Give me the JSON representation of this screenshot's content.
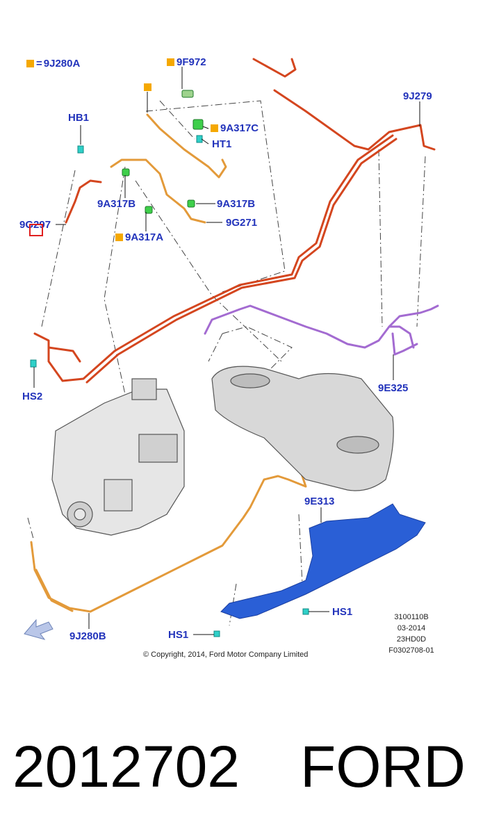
{
  "legend": {
    "symbol_label": "9J280A",
    "equals": "="
  },
  "callouts": [
    {
      "id": "9F972",
      "text": "9F972",
      "square": true
    },
    {
      "id": "9J279",
      "text": "9J279",
      "square": false
    },
    {
      "id": "HB1",
      "text": "HB1",
      "square": false
    },
    {
      "id": "9A317C",
      "text": "9A317C",
      "square": true
    },
    {
      "id": "HT1",
      "text": "HT1",
      "square": false
    },
    {
      "id": "9A317B-left",
      "text": "9A317B",
      "square": false
    },
    {
      "id": "9A317B-right",
      "text": "9A317B",
      "square": false
    },
    {
      "id": "9G297",
      "text": "9G297",
      "square": false
    },
    {
      "id": "9G271",
      "text": "9G271",
      "square": false
    },
    {
      "id": "9A317A",
      "text": "9A317A",
      "square": true
    },
    {
      "id": "HS2",
      "text": "HS2",
      "square": false
    },
    {
      "id": "9E325",
      "text": "9E325",
      "square": false
    },
    {
      "id": "9E313",
      "text": "9E313",
      "square": false
    },
    {
      "id": "HS1-right",
      "text": "HS1",
      "square": false
    },
    {
      "id": "HS1-left",
      "text": "HS1",
      "square": false
    },
    {
      "id": "9J280B",
      "text": "9J280B",
      "square": false
    }
  ],
  "info_block": [
    "3100110B",
    "03-2014",
    "23HD0D",
    "F0302708-01"
  ],
  "copyright": "© Copyright, 2014, Ford Motor Company Limited",
  "part_number": "2012702",
  "brand": "FORD",
  "colors": {
    "label": "#2233bb",
    "legend_square": "#f5a800",
    "brake_line": "#d4461f",
    "fuel_line": "#e39a3a",
    "vapor_line": "#a36bd1",
    "shield": "#2a5fd6",
    "clip": "#3ecf4a"
  }
}
